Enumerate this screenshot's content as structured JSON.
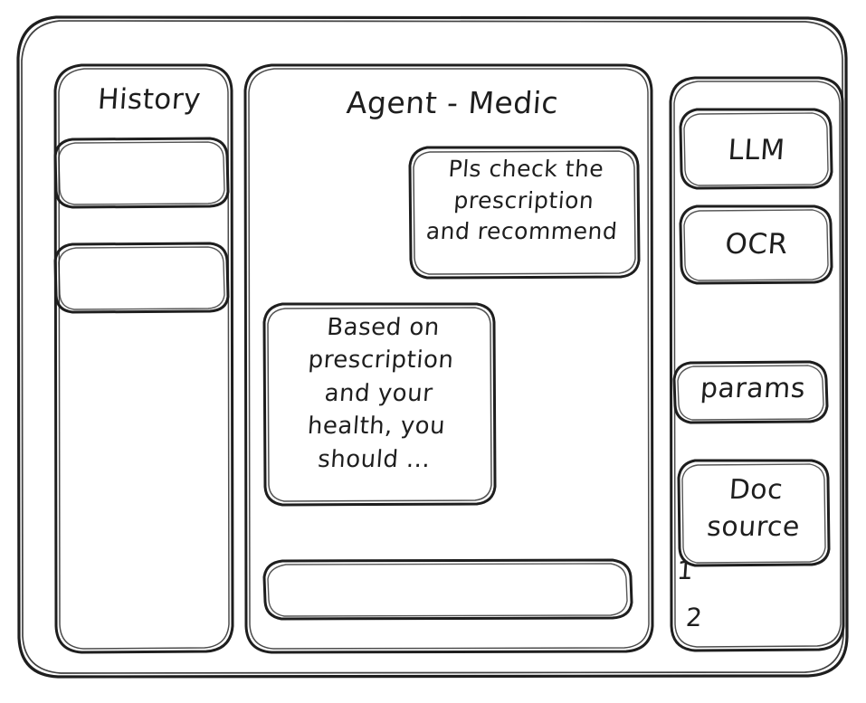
{
  "app": {
    "style": "hand-drawn wireframe",
    "stroke_color": "#1e1e1e",
    "background_color": "#ffffff"
  },
  "sidebar_left": {
    "title": "History",
    "items": [
      {
        "label": "",
        "name": "history-item-1"
      },
      {
        "label": "",
        "name": "history-item-2"
      }
    ]
  },
  "main": {
    "title": "Agent - Medic",
    "messages": [
      {
        "role": "user",
        "text": "Pls check the\nprescription\nand recommend"
      },
      {
        "role": "assistant",
        "text": "Based on\nprescription\nand your\nhealth, you\nshould ..."
      }
    ],
    "composer": {
      "value": "",
      "placeholder": ""
    }
  },
  "sidebar_right": {
    "buttons": [
      {
        "label": "LLM",
        "name": "llm-button"
      },
      {
        "label": "OCR",
        "name": "ocr-button"
      },
      {
        "label": "params",
        "name": "params-button"
      },
      {
        "label": "Doc\nsource",
        "name": "doc-source-button"
      }
    ],
    "doc_list": [
      {
        "label": "1"
      },
      {
        "label": "2"
      }
    ]
  }
}
